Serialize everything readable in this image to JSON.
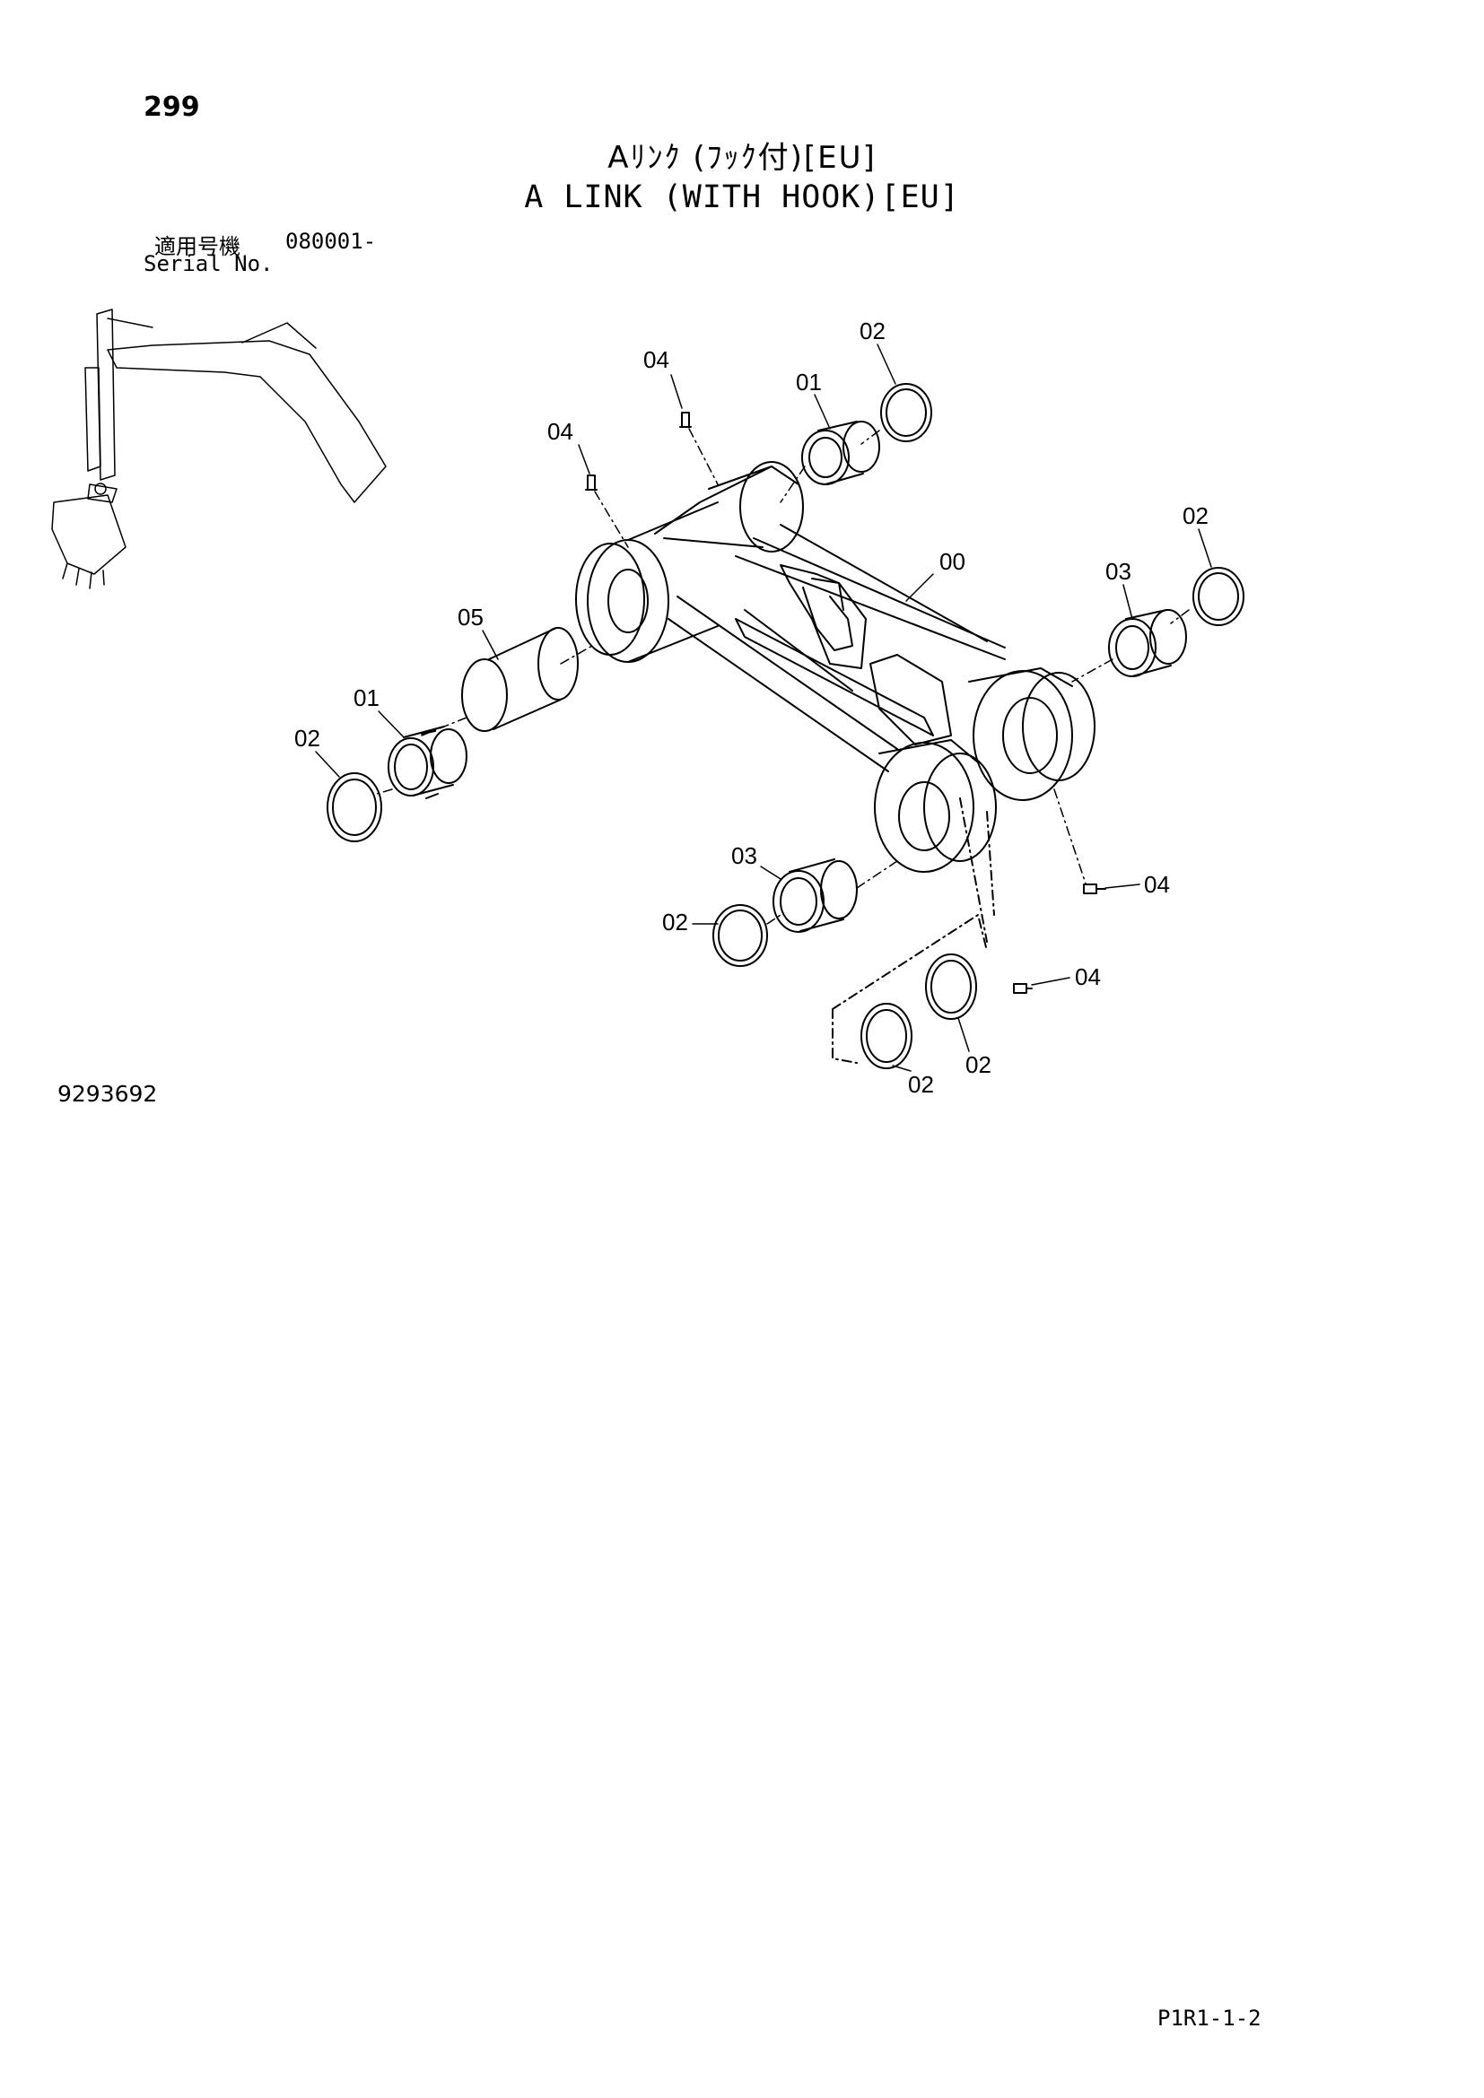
{
  "header": {
    "page_number": "299",
    "title_jp": "Aﾘﾝｸ (ﾌｯｸ付)[EU]",
    "title_en": "A LINK (WITH HOOK)[EU]",
    "serial_label_jp": "適用号機",
    "serial_value": "080001-",
    "serial_label_en": "Serial No."
  },
  "callouts": [
    "00",
    "01",
    "01",
    "02",
    "02",
    "02",
    "02",
    "02",
    "02",
    "03",
    "03",
    "04",
    "04",
    "04",
    "04",
    "05"
  ],
  "footer": {
    "drawing_number": "9293692",
    "page_code": "P1R1-1-2"
  }
}
